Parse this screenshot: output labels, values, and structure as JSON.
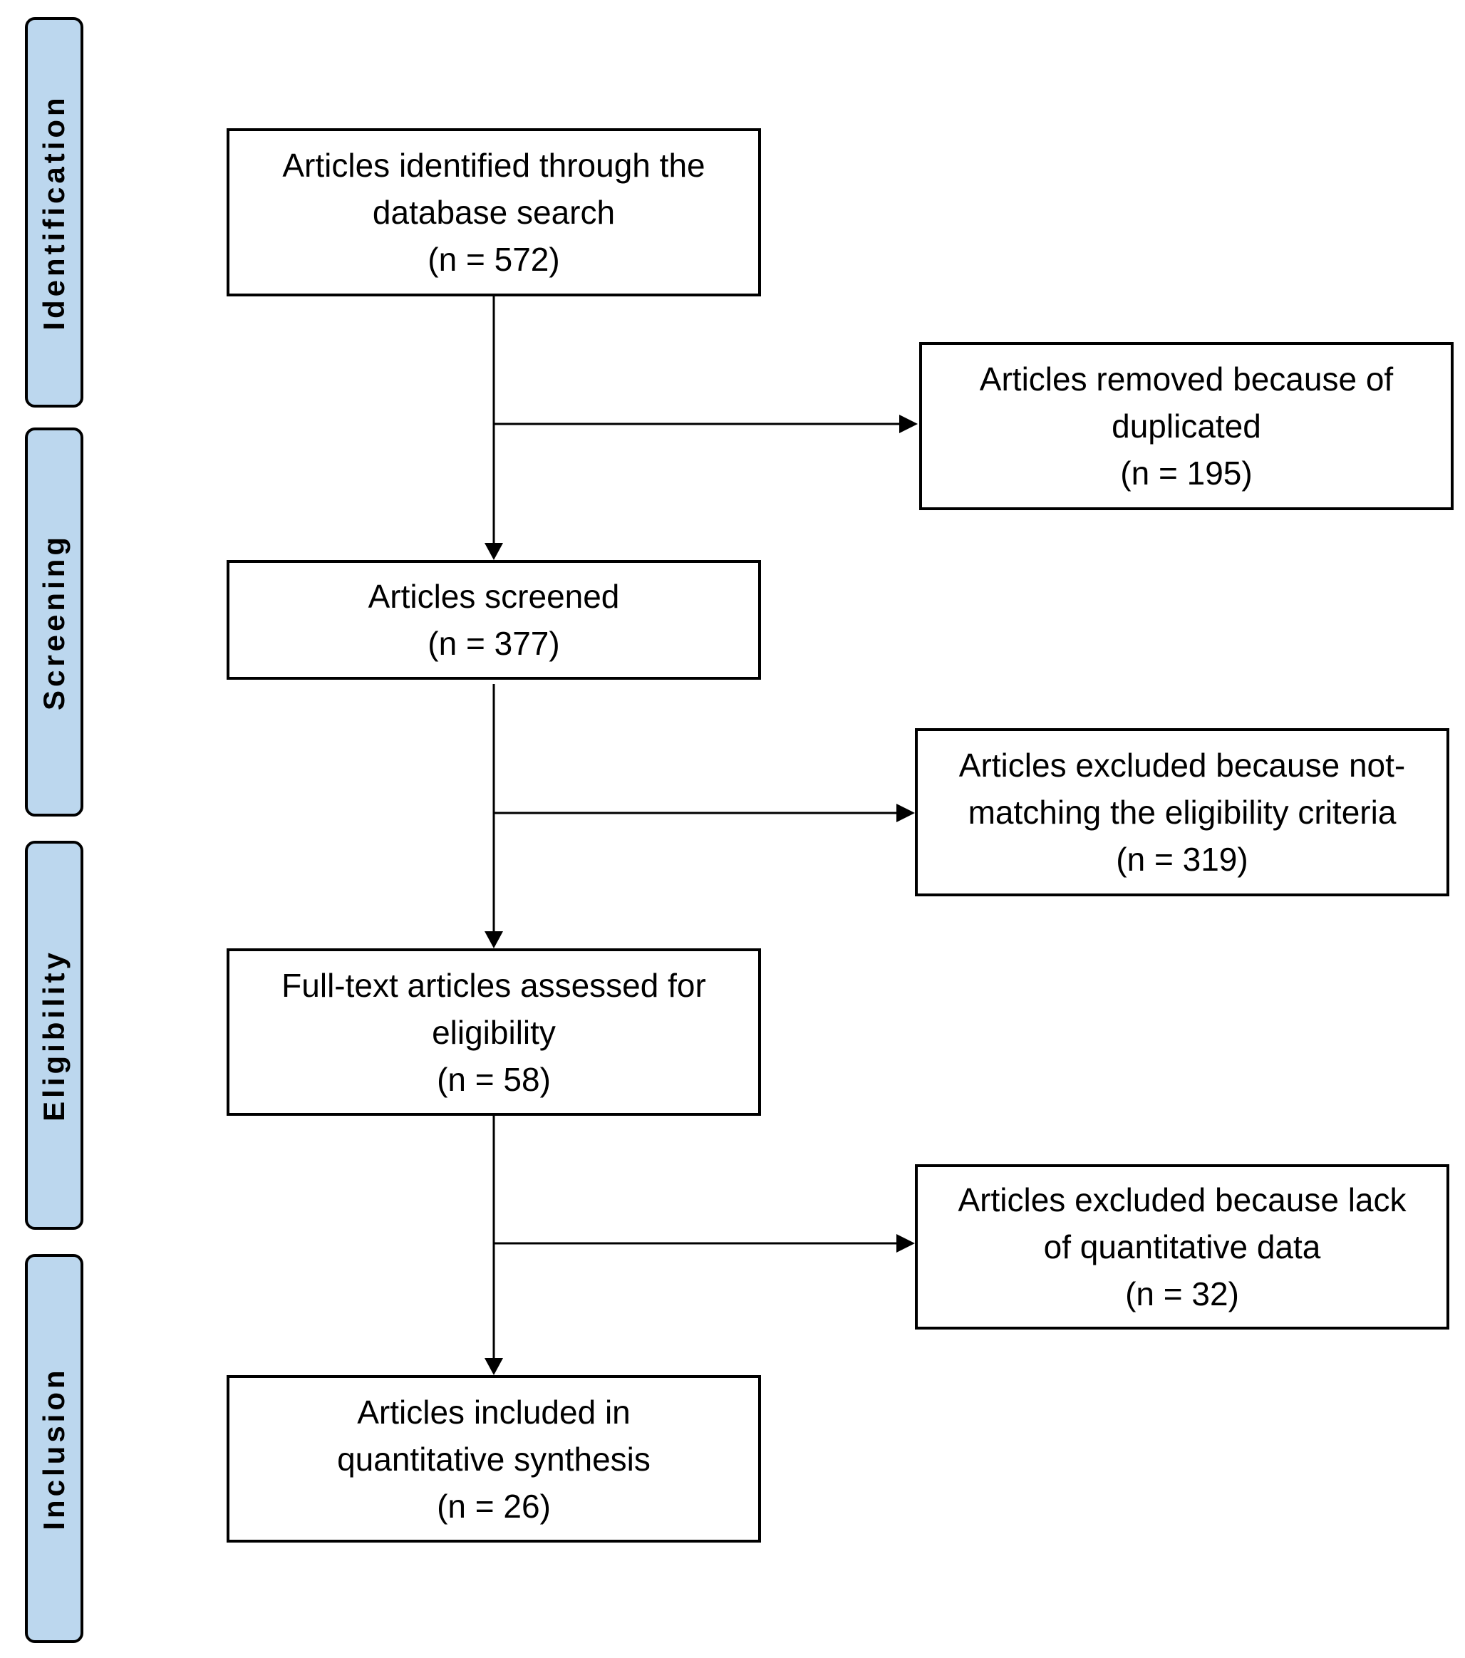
{
  "stages": {
    "identification": "Identification",
    "screening": "Screening",
    "eligibility": "Eligibility",
    "inclusion": "Inclusion"
  },
  "boxes": {
    "identified": {
      "line1": "Articles identified through the",
      "line2": "database search",
      "count": "(n = 572)"
    },
    "duplicates": {
      "line1": "Articles removed because of",
      "line2": "duplicated",
      "count": "(n = 195)"
    },
    "screened": {
      "line1": "Articles screened",
      "count": "(n = 377)"
    },
    "not_matching": {
      "line1": "Articles excluded because not-",
      "line2": "matching the eligibility criteria",
      "count": "(n = 319)"
    },
    "full_text": {
      "line1": "Full-text articles assessed for",
      "line2": "eligibility",
      "count": "(n = 58)"
    },
    "lack_data": {
      "line1": "Articles excluded because lack",
      "line2": "of quantitative data",
      "count": "(n = 32)"
    },
    "included": {
      "line1": "Articles included in",
      "line2": "quantitative synthesis",
      "count": "(n = 26)"
    }
  },
  "colors": {
    "stage_fill": "#bcd7ee",
    "stroke": "#000000"
  }
}
